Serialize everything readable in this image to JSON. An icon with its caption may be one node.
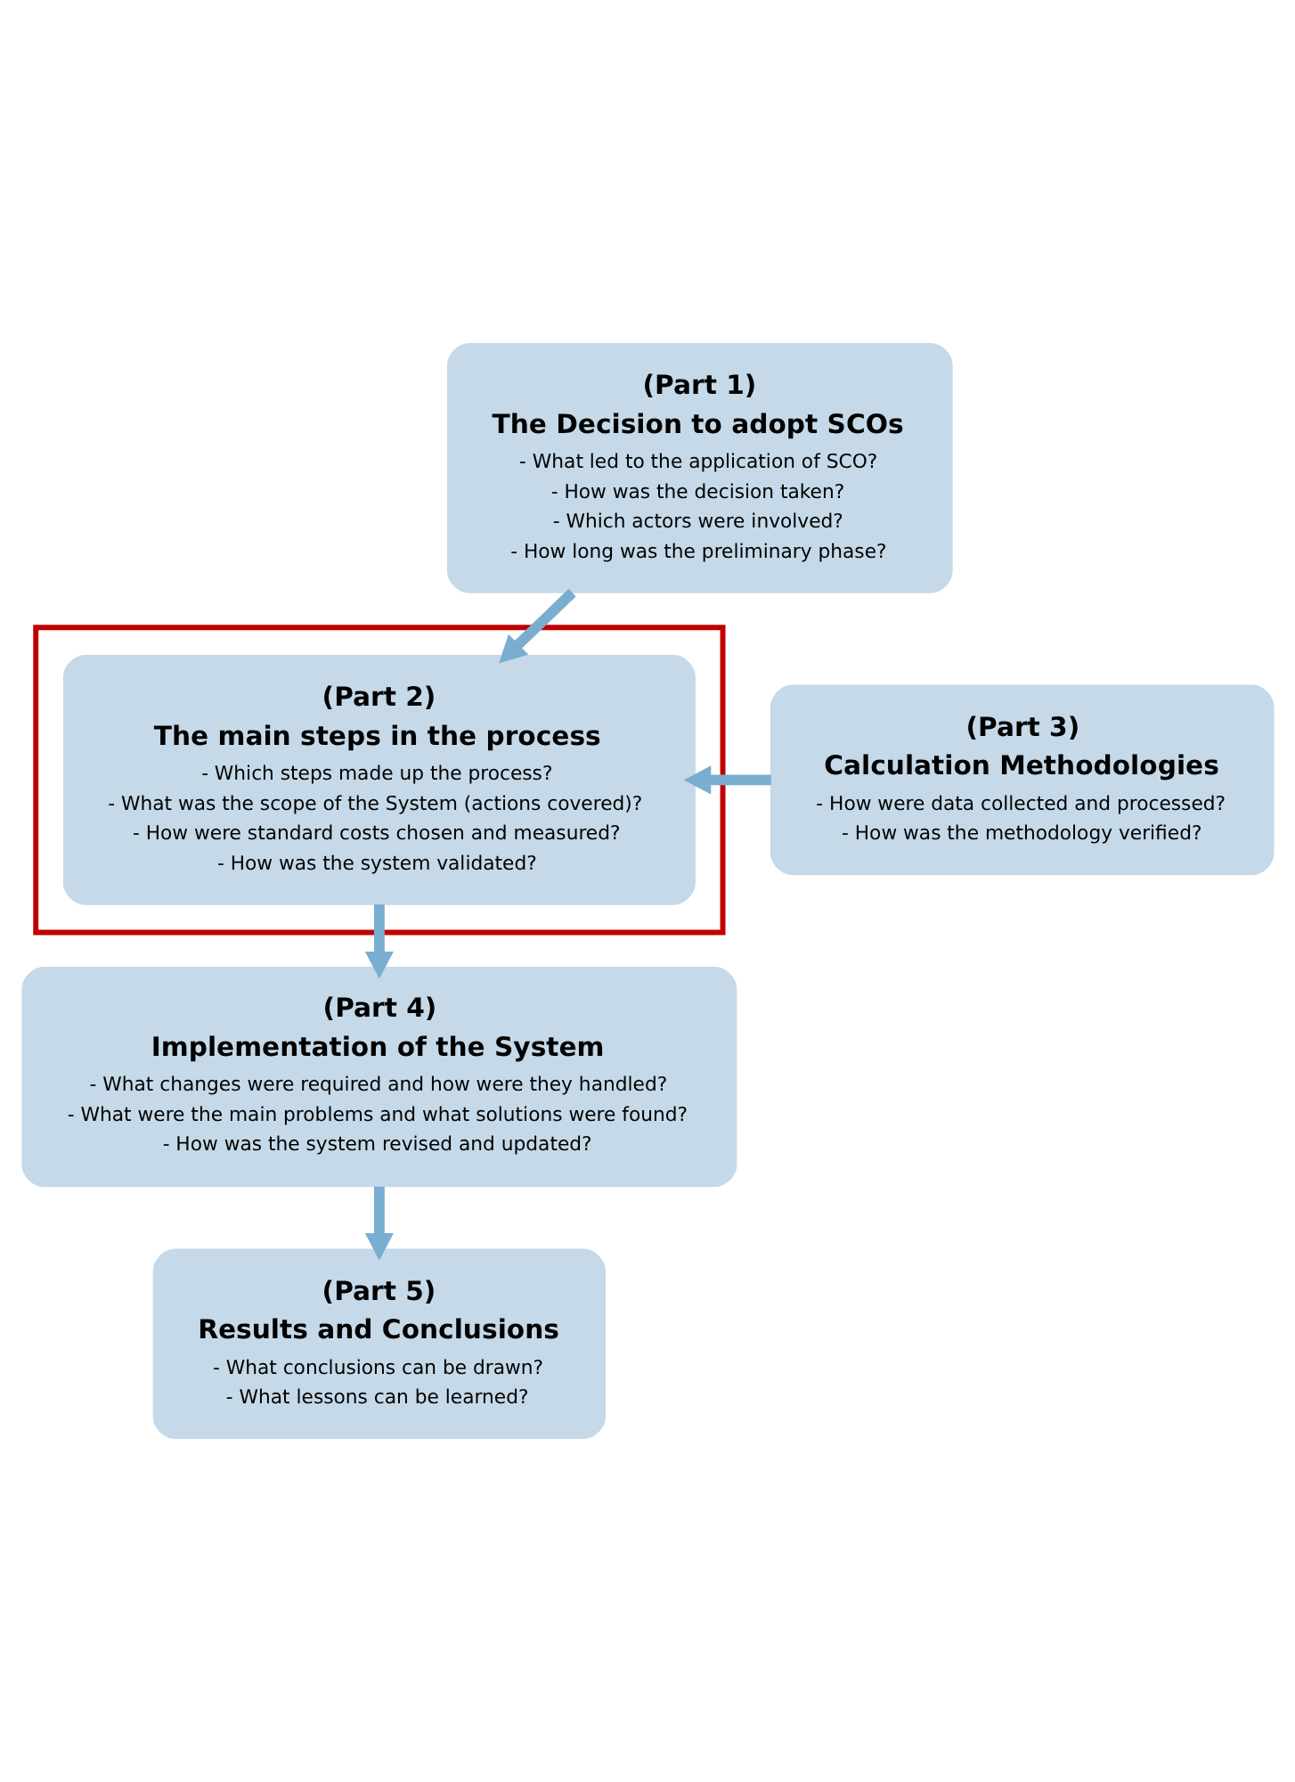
{
  "diagram": {
    "nodes": [
      {
        "text": [
          "(Part 1)",
          "The Decision to adopt SCOs",
          "- What led to the application of SCO?",
          "- How was the decision taken?",
          "- Which actors were involved?",
          "- How long was the preliminary phase?"
        ]
      },
      {
        "text": [],
        "shape": "box"
      },
      {
        "text": [
          "(Part 2)",
          "The main steps in the process",
          "- Which steps made up the process?",
          "- What was the scope of the System (actions covered)?",
          "- How were standard costs chosen and measured?",
          "- How was the system validated?"
        ],
        "in": 1
      },
      {
        "text": [
          "(Part 3)",
          "Calculation Methodologies",
          "- How were data collected and processed?",
          "- How was the methodology verified?"
        ]
      },
      {
        "text": [
          "(Part 4)",
          "Implementation of the System",
          "- What changes were required and how were they handled?",
          "- What were the main problems and what solutions were found?",
          "- How was the system revised and updated?"
        ]
      },
      {
        "text": [
          "(Part 5)",
          "Results and Conclusions",
          "- What conclusions can be drawn?",
          "- What lessons can be learned?"
        ]
      }
    ],
    "edges": [
      {
        "from": 0,
        "to": 2,
        "arrow": "to"
      },
      {
        "from": 3,
        "to": 2,
        "arrow": "to"
      },
      {
        "from": 2,
        "to": 4,
        "arrow": "to"
      },
      {
        "from": 4,
        "to": 5,
        "arrow": "to"
      }
    ]
  }
}
